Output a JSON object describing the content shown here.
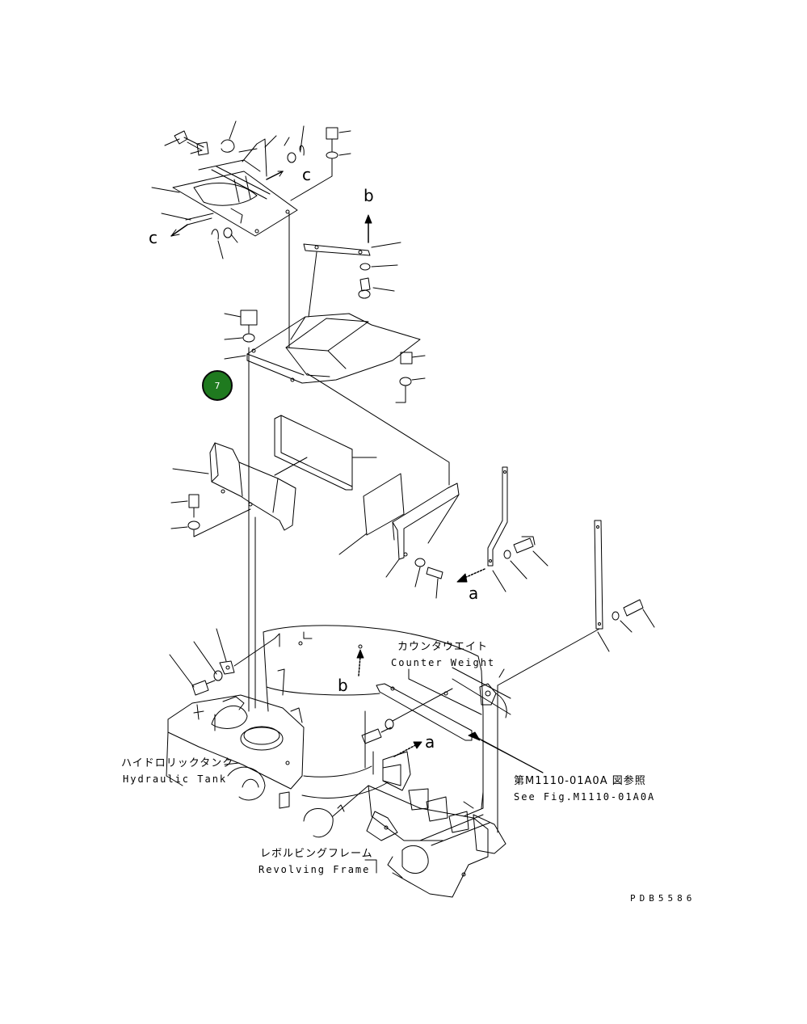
{
  "labels": {
    "counter_weight_jp": "カウンタウエイト",
    "counter_weight_en": "Counter Weight",
    "hydraulic_tank_jp": "ハイドロリックタンク",
    "hydraulic_tank_en": "Hydraulic Tank",
    "see_fig_jp": "第M1110-01A0A 図参照",
    "see_fig_en": "See Fig.M1110-01A0A",
    "revolving_frame_jp": "レボルビングフレーム",
    "revolving_frame_en": "Revolving Frame",
    "drawing_number": "PDB5586"
  },
  "view_refs": {
    "c_right": "c",
    "c_left": "c",
    "b_top": "b",
    "b_bottom": "b",
    "a_mid": "a",
    "a_bottom": "a"
  },
  "callout_badge": {
    "number": "7",
    "color": "#1f7a1f"
  }
}
